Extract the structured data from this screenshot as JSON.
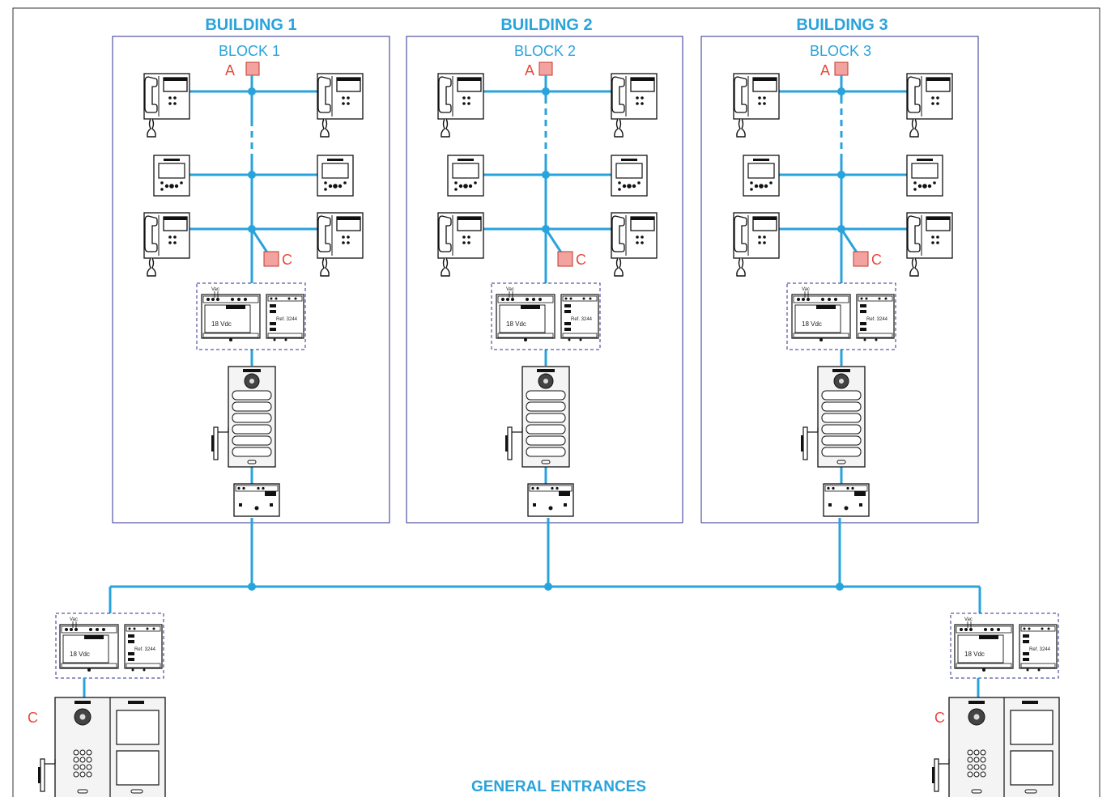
{
  "colors": {
    "bus": "#29a3dc",
    "label_blue": "#29a3dc",
    "label_red": "#e8473c",
    "marker_fill": "#f2a3a0",
    "marker_stroke": "#c0392b",
    "block_border": "#2b2f8f",
    "dashed_border": "#2b2f8f"
  },
  "buildings": [
    {
      "title": "BUILDING 1",
      "block": "BLOCK 1",
      "marker_a": "A",
      "marker_c": "C"
    },
    {
      "title": "BUILDING 2",
      "block": "BLOCK 2",
      "marker_a": "A",
      "marker_c": "C"
    },
    {
      "title": "BUILDING 3",
      "block": "BLOCK 3",
      "marker_a": "A",
      "marker_c": "C"
    }
  ],
  "power_supply": {
    "vac_label": "Vac",
    "vdc_label": "18 Vdc",
    "ref_label": "Ref. 3244"
  },
  "entrances": {
    "title": "GENERAL ENTRANCES",
    "marker_left": "C",
    "marker_right": "C"
  },
  "icons": {
    "handset_monitor": "handset-monitor-icon",
    "handsfree_monitor": "handsfree-monitor-icon",
    "door_panel": "door-panel-icon",
    "keypad_panel": "keypad-panel-icon",
    "power_supply": "power-supply-icon",
    "distributor": "distributor-icon"
  }
}
